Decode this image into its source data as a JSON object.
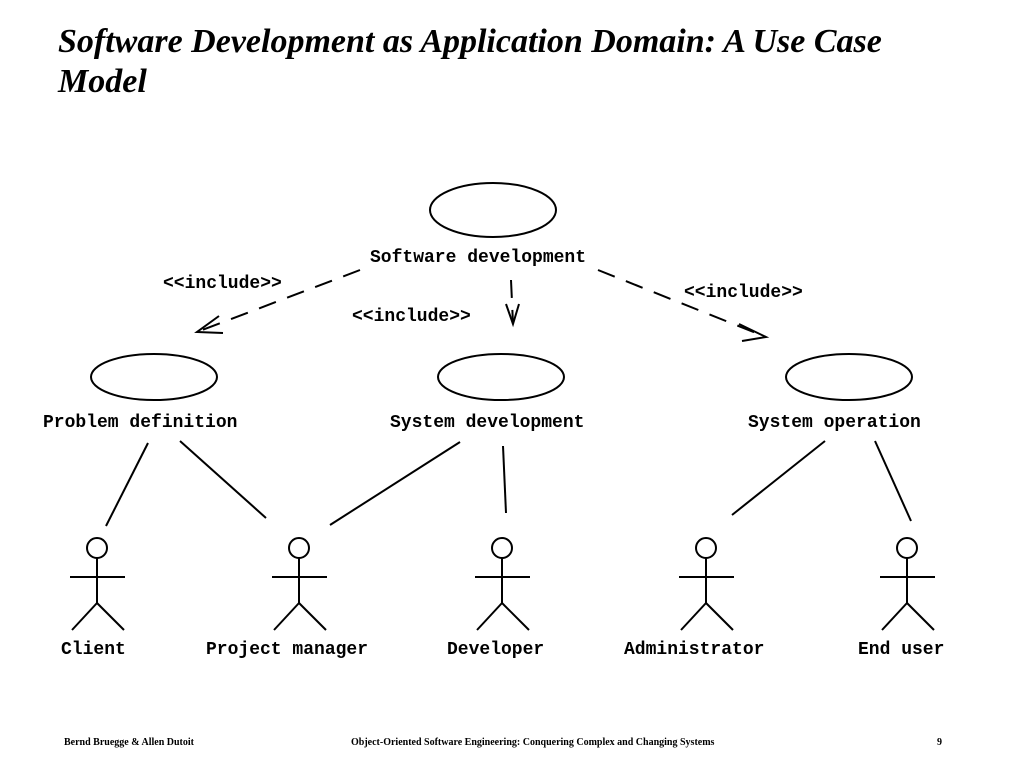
{
  "slide": {
    "title": "Software Development as Application Domain: A Use Case Model"
  },
  "use_cases": {
    "software_development": "Software development",
    "problem_definition": "Problem definition",
    "system_development": "System development",
    "system_operation": "System operation"
  },
  "stereotypes": {
    "include_left": "<<include>>",
    "include_middle": "<<include>>",
    "include_right": "<<include>>"
  },
  "actors": {
    "client": "Client",
    "project_manager": "Project manager",
    "developer": "Developer",
    "administrator": "Administrator",
    "end_user": "End user"
  },
  "footer": {
    "authors": "Bernd Bruegge & Allen Dutoit",
    "book": "Object-Oriented Software Engineering: Conquering Complex and Changing Systems",
    "page": "9"
  }
}
